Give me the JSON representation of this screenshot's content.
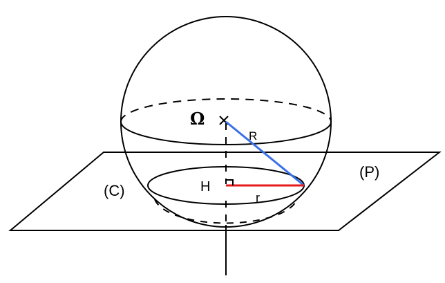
{
  "labels": {
    "center": "Ω",
    "big_radius": "R",
    "foot": "H",
    "small_radius": "r",
    "circle": "(C)",
    "plane": "(P)"
  },
  "colors": {
    "stroke": "#000000",
    "big_radius_line": "#3a6fe8",
    "small_radius_line": "#e61a1a",
    "background": "#ffffff"
  }
}
